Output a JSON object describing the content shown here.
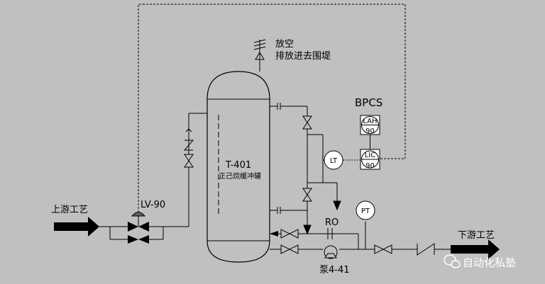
{
  "vessel": {
    "tag": "T-401",
    "name": "正己烷缓冲罐"
  },
  "vent": {
    "line1": "放空",
    "line2": "排放进去围堤"
  },
  "control_system": {
    "label": "BPCS"
  },
  "instruments": {
    "lah": {
      "code": "LAH",
      "number": "90"
    },
    "lic": {
      "code": "LIC",
      "number": "90"
    },
    "lt": {
      "code": "LT"
    },
    "pt": {
      "code": "PT"
    }
  },
  "level_valve": {
    "tag": "LV-90"
  },
  "restriction_orifice": {
    "tag": "RO"
  },
  "pump": {
    "tag": "泵4-41"
  },
  "streams": {
    "upstream": "上游工艺",
    "downstream": "下游工艺"
  },
  "watermark": {
    "text": "自动化私塾"
  },
  "colors": {
    "background": "#c0c0c0",
    "line": "#000000",
    "vessel_fill": "#c0c0c0",
    "instrument_fill": "#ffffff"
  }
}
